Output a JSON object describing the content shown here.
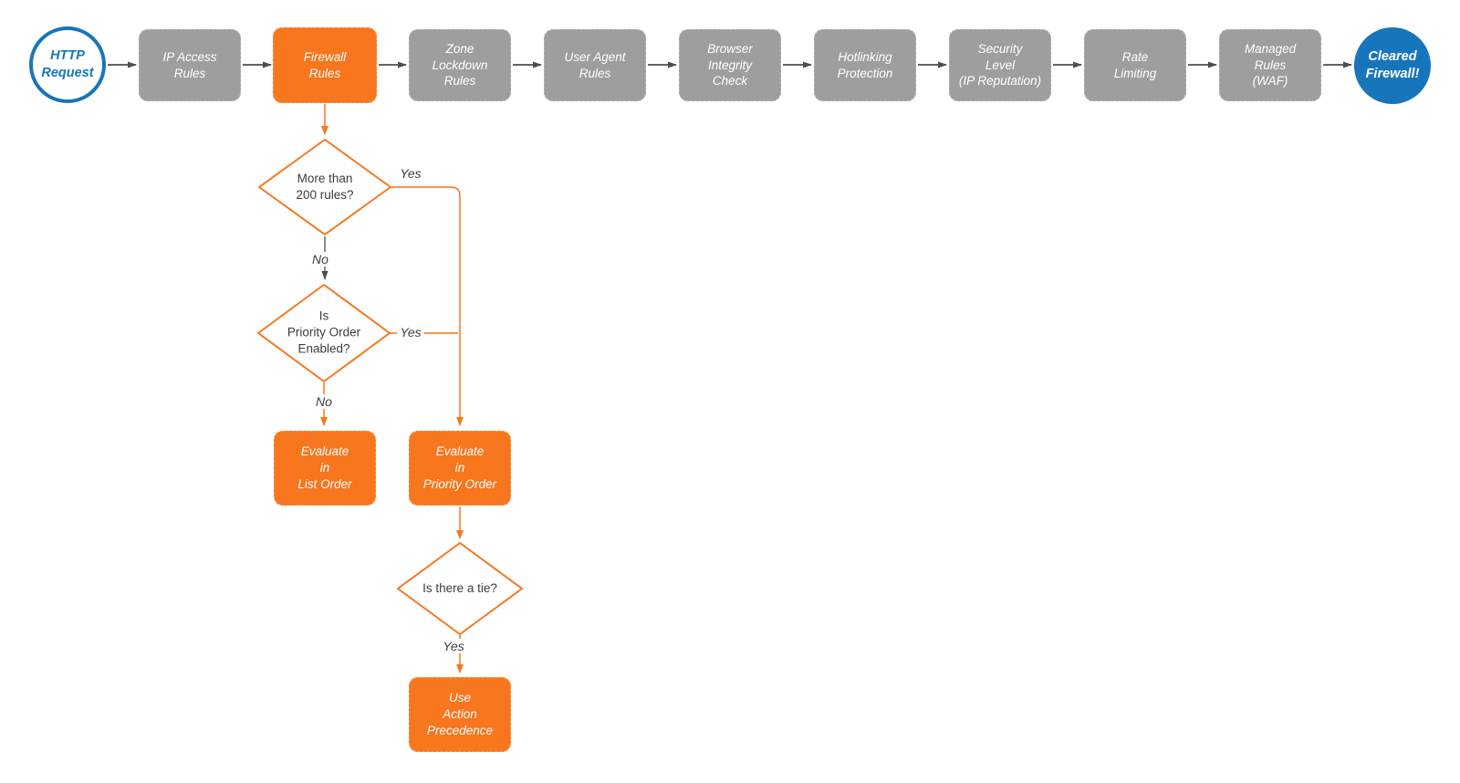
{
  "colors": {
    "orange": "#f7761e",
    "blue": "#1775bb",
    "gray_box": "#9e9e9e",
    "arrow_gray": "#4d4d4d",
    "text_dark": "#3c3c3c"
  },
  "nodes": {
    "http_request": "HTTP\nRequest",
    "ip_access_rules": "IP Access\nRules",
    "firewall_rules": "Firewall\nRules",
    "zone_lockdown_rules": "Zone\nLockdown\nRules",
    "user_agent_rules": "User Agent\nRules",
    "browser_integrity_check": "Browser\nIntegrity\nCheck",
    "hotlinking_protection": "Hotlinking\nProtection",
    "security_level": "Security\nLevel\n(IP Reputation)",
    "rate_limiting": "Rate\nLimiting",
    "managed_rules_waf": "Managed\nRules\n(WAF)",
    "cleared_firewall": "Cleared\nFirewall!",
    "decision_more_than_200_rules": "More than\n200 rules?",
    "decision_priority_order_enabled": "Is\nPriority Order\nEnabled?",
    "decision_is_there_a_tie": "Is there a tie?",
    "evaluate_in_list_order": "Evaluate\nin\nList Order",
    "evaluate_in_priority_order": "Evaluate\nin\nPriority Order",
    "use_action_precedence": "Use\nAction\nPrecedence"
  },
  "edge_labels": {
    "more_than_200_yes": "Yes",
    "more_than_200_no": "No",
    "priority_order_yes": "Yes",
    "priority_order_no": "No",
    "tie_yes": "Yes"
  }
}
